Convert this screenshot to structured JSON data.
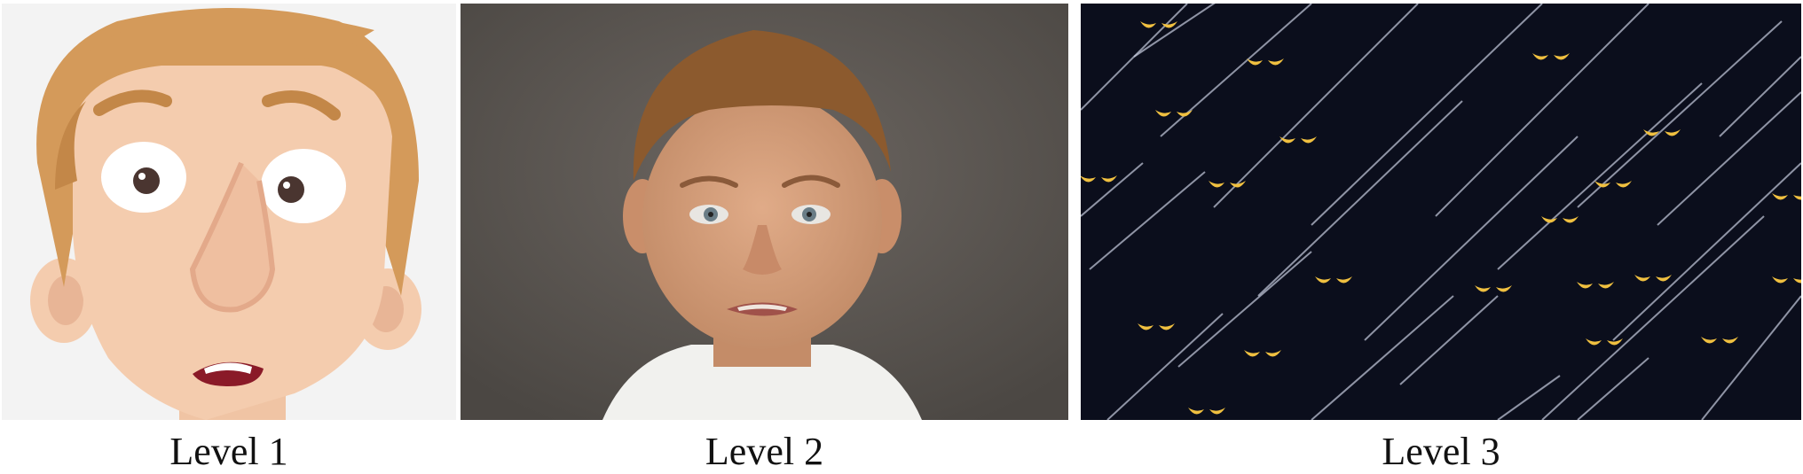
{
  "figure": {
    "panels": [
      {
        "caption": "Level 1",
        "content": "cartoon-scared-face"
      },
      {
        "caption": "Level 2",
        "content": "photo-worried-boy"
      },
      {
        "caption": "Level 3",
        "content": "dark-rain-glowing-eyes"
      }
    ]
  },
  "colors": {
    "background": "#ffffff",
    "cartoon_bg": "#f3f3f3",
    "cartoon_hair": "#d49a5a",
    "cartoon_skin": "#f4ccae",
    "photo_bg": "#5e5955",
    "photo_hair": "#8c5a2e",
    "photo_skin": "#d9a27e",
    "night_bg": "#0b0e1c",
    "eyes_glow": "#f0c040",
    "rain": "#c8cde0"
  }
}
